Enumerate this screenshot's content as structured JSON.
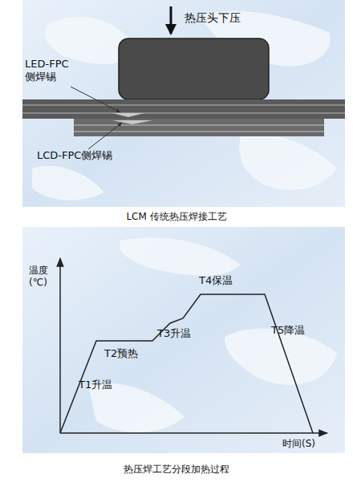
{
  "diagram": {
    "labels": [
      "热压头下压",
      "LED-FPC 侧焊锡",
      "LCD-FPC侧焊锡",
      "LCM 传统热压焊接工艺",
      "温度 (℃)",
      "T4保温",
      "T3升温",
      "T2预热",
      "T5降温",
      "T1升温",
      "时间(S)",
      "热压焊工艺分段加热过程"
    ]
  }
}
